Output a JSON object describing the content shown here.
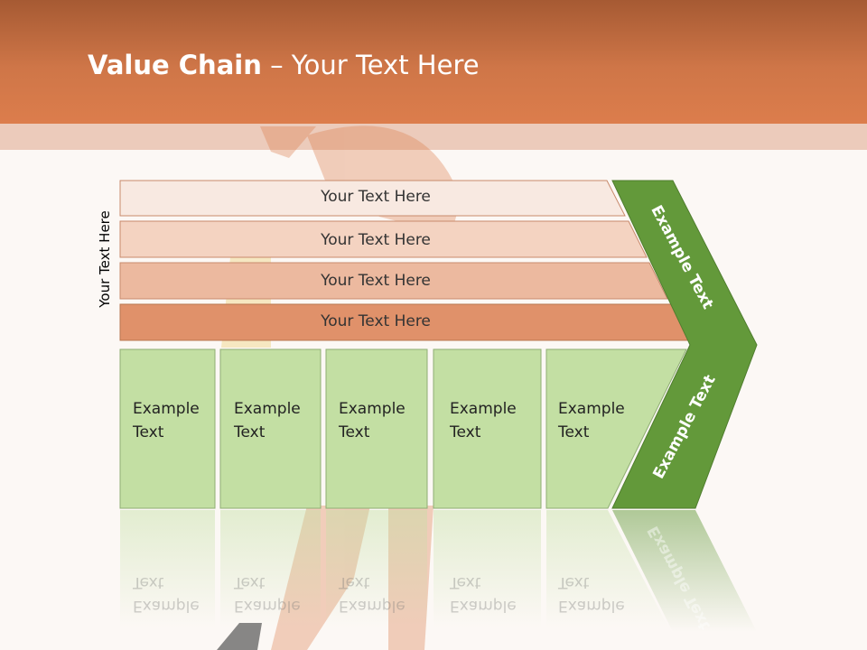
{
  "slide": {
    "title_bold": "Value Chain",
    "title_rest": " – Your Text Here",
    "side_label": "Your Text Here"
  },
  "bars": [
    {
      "label": "Your Text Here",
      "color": "#f8e9e1"
    },
    {
      "label": "Your Text Here",
      "color": "#f4d3c1"
    },
    {
      "label": "Your Text Here",
      "color": "#ecb99f"
    },
    {
      "label": "Your Text Here",
      "color": "#e0916a"
    }
  ],
  "boxes": [
    {
      "line1": "Example",
      "line2": "Text"
    },
    {
      "line1": "Example",
      "line2": "Text"
    },
    {
      "line1": "Example",
      "line2": "Text"
    },
    {
      "line1": "Example",
      "line2": "Text"
    },
    {
      "line1": "Example",
      "line2": "Text"
    }
  ],
  "chevron": {
    "upper_label": "Example Text",
    "lower_label": "Example Text",
    "color": "#63993a"
  },
  "colors": {
    "header": "#d97a4a",
    "box_fill": "#c3dfa3",
    "background": "#fcf8f5"
  }
}
